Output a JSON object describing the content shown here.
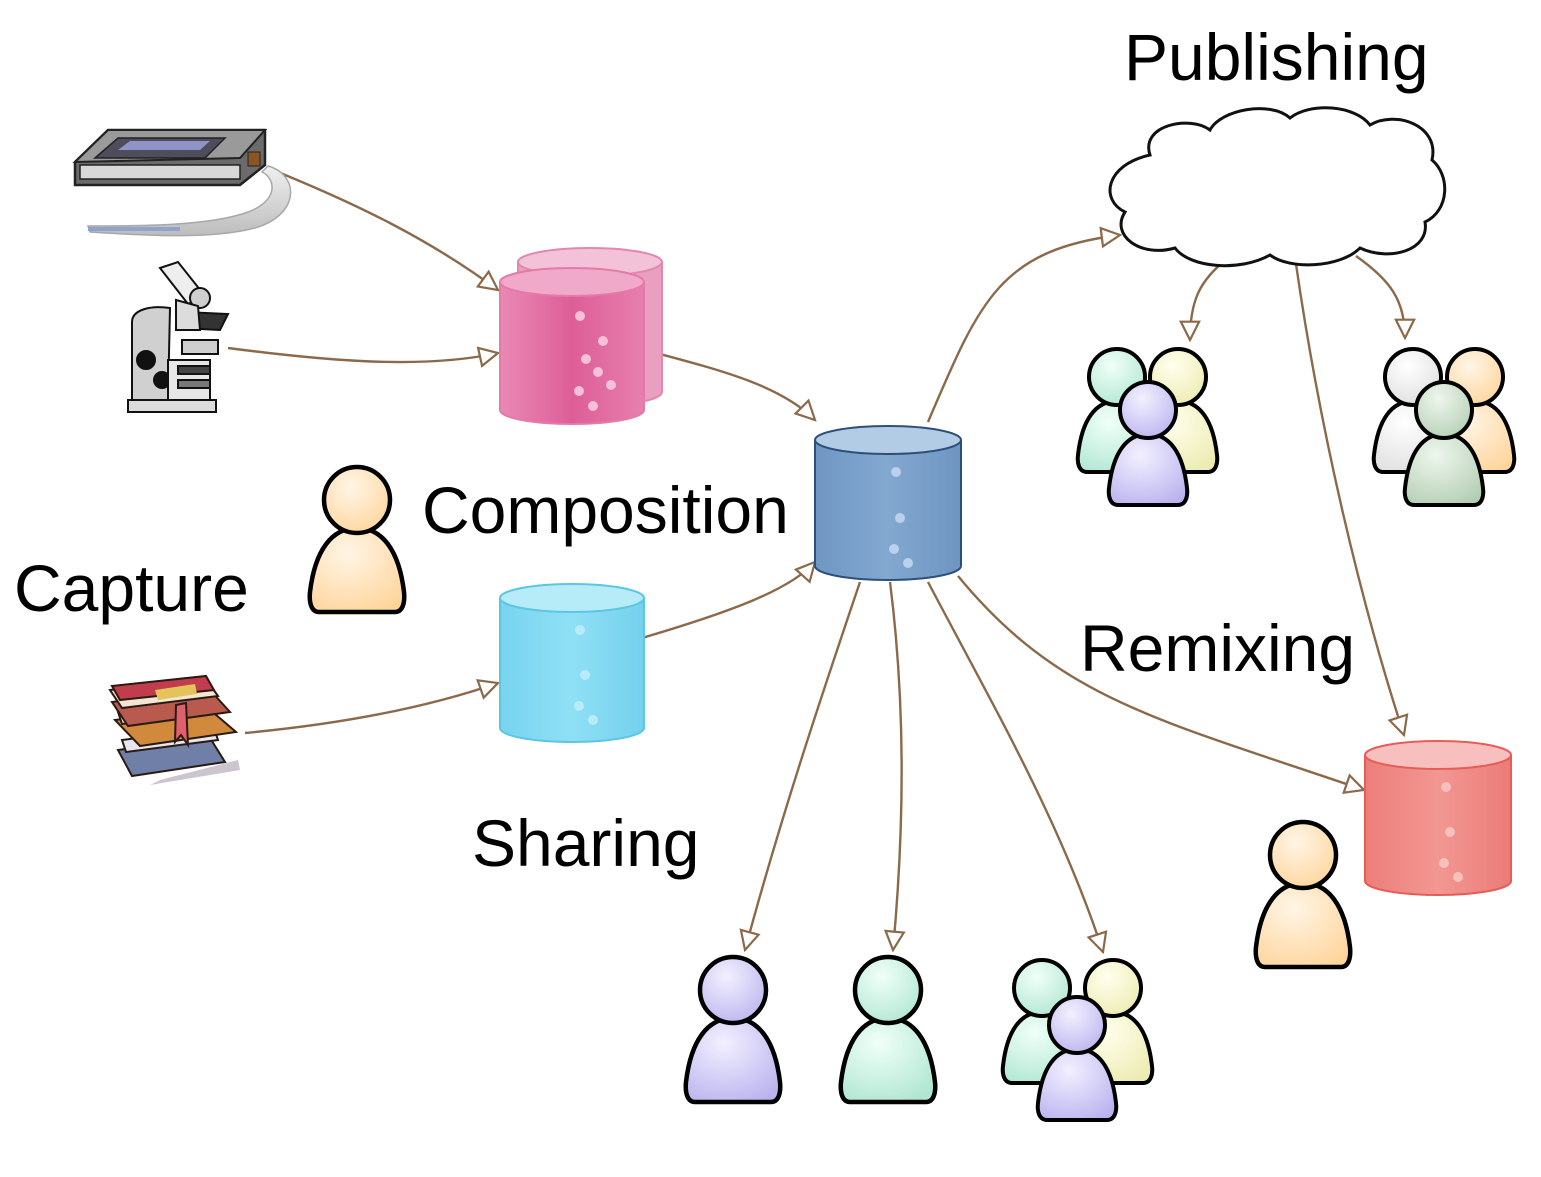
{
  "labels": {
    "capture": "Capture",
    "composition": "Composition",
    "sharing": "Sharing",
    "publishing": "Publishing",
    "remixing": "Remixing"
  },
  "colors": {
    "arrow": "#8a6a4a",
    "pink_store": "#e0649a",
    "composite_store": "#7aa3cc",
    "cyan_store": "#7fd8f0",
    "red_store": "#ef8a86",
    "person_orange": "#ffd9a8",
    "person_purple": "#c8c3f2",
    "person_green": "#bfeede",
    "person_yellow": "#f6f5c4",
    "person_white": "#f2f2f2",
    "person_darkgreen": "#c9dcc8"
  },
  "icons": [
    "lab-instrument-icon",
    "microscope-icon",
    "books-icon",
    "cloud-icon",
    "database-icon",
    "person-icon",
    "people-group-icon"
  ]
}
